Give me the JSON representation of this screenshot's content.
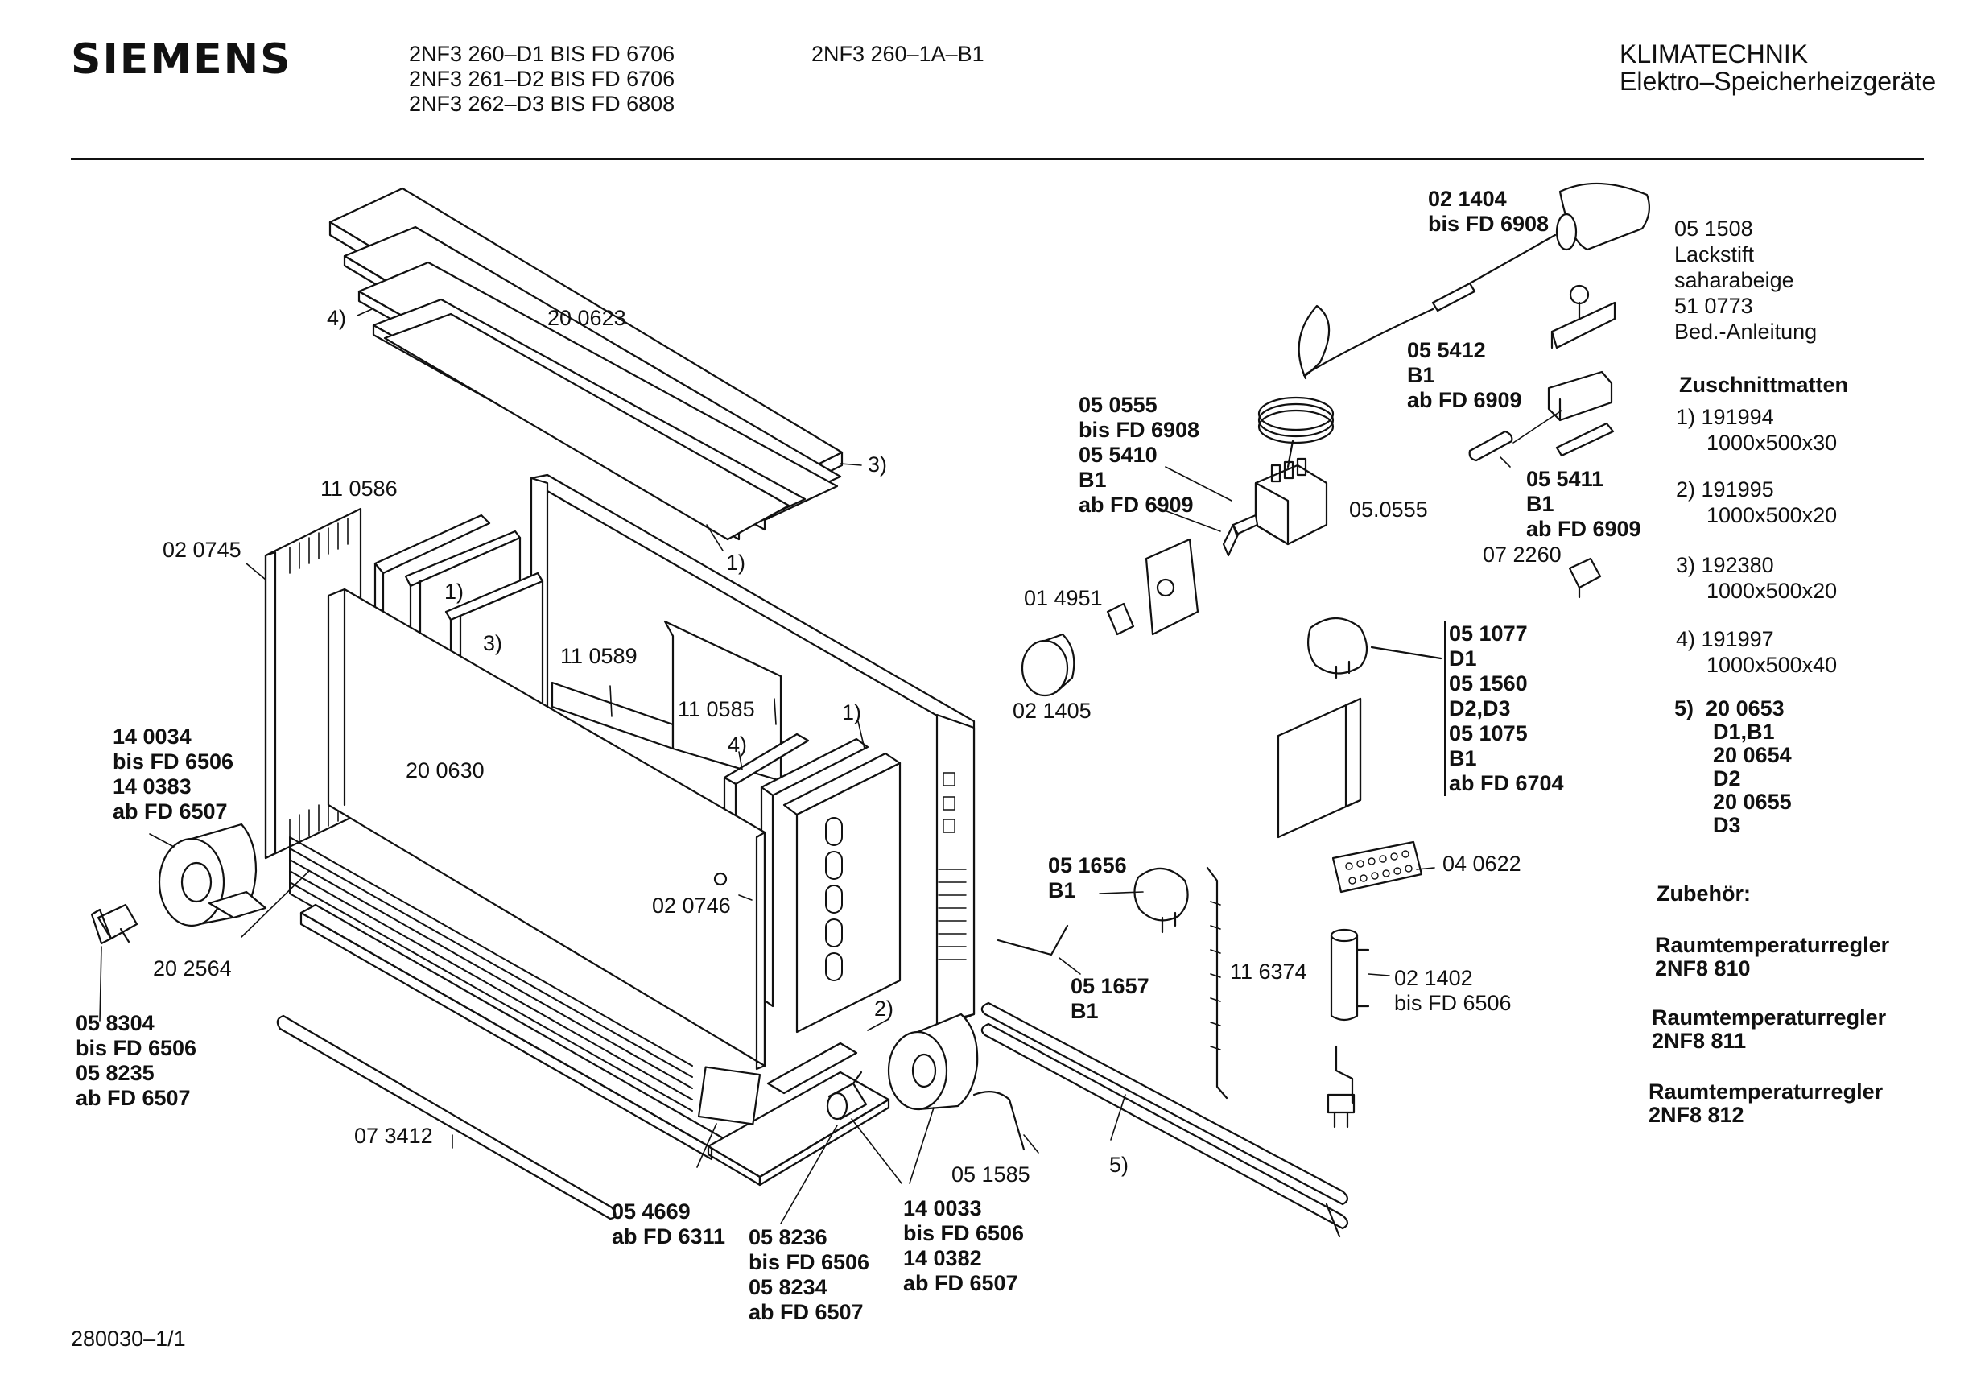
{
  "header": {
    "brand": "SIEMENS",
    "models": [
      "2NF3 260–D1 BIS FD 6706",
      "2NF3 261–D2 BIS FD 6706",
      "2NF3 262–D3 BIS FD 6808"
    ],
    "model_b": "2NF3 260–1A–B1",
    "category": "KLIMATECHNIK",
    "subcategory": "Elektro–Speicherheizgeräte"
  },
  "parts": {
    "p020623": "20 0623",
    "p4": "4)",
    "p3": "3)",
    "p1": "1)",
    "p110586": "11 0586",
    "p020745": "02 0745",
    "p1b": "1)",
    "p3b": "3)",
    "p110589": "11 0589",
    "p110585": "11 0585",
    "p4b": "4)",
    "p1c": "1)",
    "p200630": "20 0630",
    "p020746": "02 0746",
    "p140034": [
      "14 0034",
      "bis FD 6506",
      "14 0383",
      "ab FD 6507"
    ],
    "p202564": "20 2564",
    "p058304": [
      "05 8304",
      "bis FD 6506",
      "05 8235",
      "ab FD 6507"
    ],
    "p073412": "07 3412",
    "p054669": [
      "05 4669",
      "ab FD 6311"
    ],
    "p058236": [
      "05 8236",
      "bis FD 6506",
      "05 8234",
      "ab FD 6507"
    ],
    "p2": "2)",
    "p140033": [
      "14 0033",
      "bis FD 6506",
      "14 0382",
      "ab FD 6507"
    ],
    "p051585": "05 1585",
    "p5": "5)",
    "p021404": [
      "02 1404",
      "bis FD 6908"
    ],
    "p050555": [
      "05 0555",
      "bis FD 6908",
      "05 5410",
      "B1",
      "ab FD 6909"
    ],
    "p055412": [
      "05 5412",
      "B1",
      "ab FD 6909"
    ],
    "p050555b": "05.0555",
    "p055411": [
      "05 5411",
      "B1",
      "ab FD 6909"
    ],
    "p072260": "07 2260",
    "p014951": "01 4951",
    "p021405": "02 1405",
    "p051077": [
      "05 1077",
      "D1",
      "05 1560",
      "D2,D3",
      "05 1075",
      "B1",
      "ab FD 6704"
    ],
    "p051656": [
      "05 1656",
      "B1"
    ],
    "p040622": "04 0622",
    "p051657": [
      "05 1657",
      "B1"
    ],
    "p116374": "11 6374",
    "p021402": [
      "02 1402",
      "bis FD 6506"
    ]
  },
  "side": {
    "accessory1": [
      "05 1508",
      "Lackstift",
      "saharabeige",
      "51 0773",
      "Bed.-Anleitung"
    ],
    "mats_title": "Zuschnittmatten",
    "mats": [
      {
        "num": "1)",
        "code": "191994",
        "size": "1000x500x30"
      },
      {
        "num": "2)",
        "code": "191995",
        "size": "1000x500x20"
      },
      {
        "num": "3)",
        "code": "192380",
        "size": "1000x500x20"
      },
      {
        "num": "4)",
        "code": "191997",
        "size": "1000x500x40"
      }
    ],
    "item5": [
      "5)",
      "20 0653",
      "D1,B1",
      "20 0654",
      "D2",
      "20 0655",
      "D3"
    ],
    "zubehoer": "Zubehör:",
    "regulators": [
      {
        "name": "Raumtemperaturregler",
        "code": "2NF8 810"
      },
      {
        "name": "Raumtemperaturregler",
        "code": "2NF8 811"
      },
      {
        "name": "Raumtemperaturregler",
        "code": "2NF8 812"
      }
    ]
  },
  "footer": {
    "code": "280030–1/1"
  }
}
